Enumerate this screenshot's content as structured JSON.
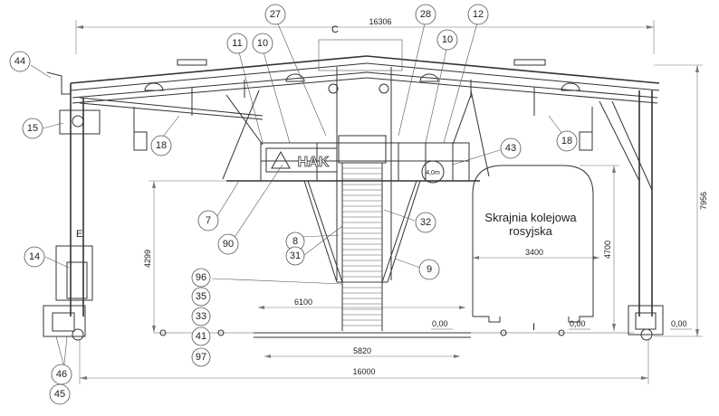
{
  "dimensions": {
    "top_span": "16306",
    "bottom_span": "16000",
    "platform_upper": "6100",
    "platform_lower": "5820",
    "gauge_width": "3400",
    "height_total": "7956",
    "height_left": "4299",
    "gauge_height": "4700",
    "level_mid": "0,00",
    "level_right": "0,00",
    "level_far_right": "0,00"
  },
  "letters": {
    "c": "C",
    "e": "E",
    "i": "I"
  },
  "gauge": {
    "line1": "Skrajnia kolejowa",
    "line2": "rosyjska"
  },
  "sign": {
    "text": "HAK"
  },
  "hoist": {
    "label": "4,0m"
  },
  "callouts": {
    "n44": "44",
    "n15": "15",
    "n18a": "18",
    "n11": "11",
    "n10a": "10",
    "n27": "27",
    "n28": "28",
    "n10b": "10",
    "n12": "12",
    "n18b": "18",
    "n43": "43",
    "n7": "7",
    "n90": "90",
    "n32": "32",
    "n8": "8",
    "n31": "31",
    "n9": "9",
    "n14": "14",
    "n96": "96",
    "n35": "35",
    "n33": "33",
    "n41": "41",
    "n97": "97",
    "n46": "46",
    "n45": "45"
  }
}
